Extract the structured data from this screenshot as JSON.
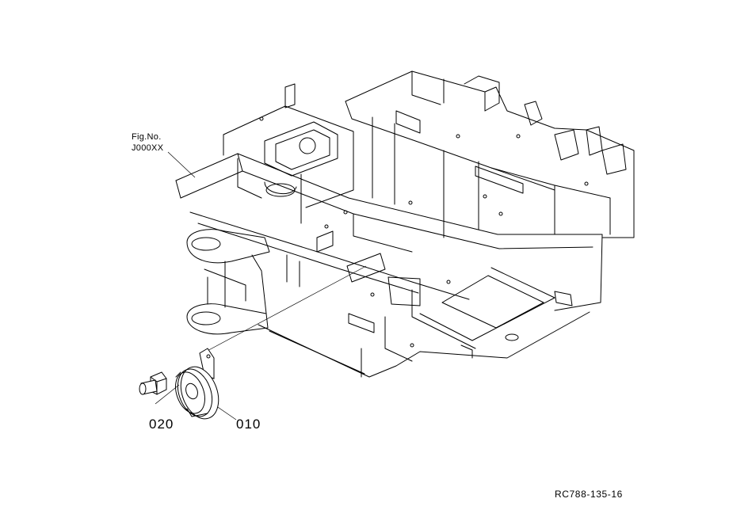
{
  "figure": {
    "fig_label_line1": "Fig.No.",
    "fig_label_line2": "J000XX",
    "drawing_code": "RC788-135-16"
  },
  "parts": [
    {
      "number": "010"
    },
    {
      "number": "020"
    }
  ]
}
